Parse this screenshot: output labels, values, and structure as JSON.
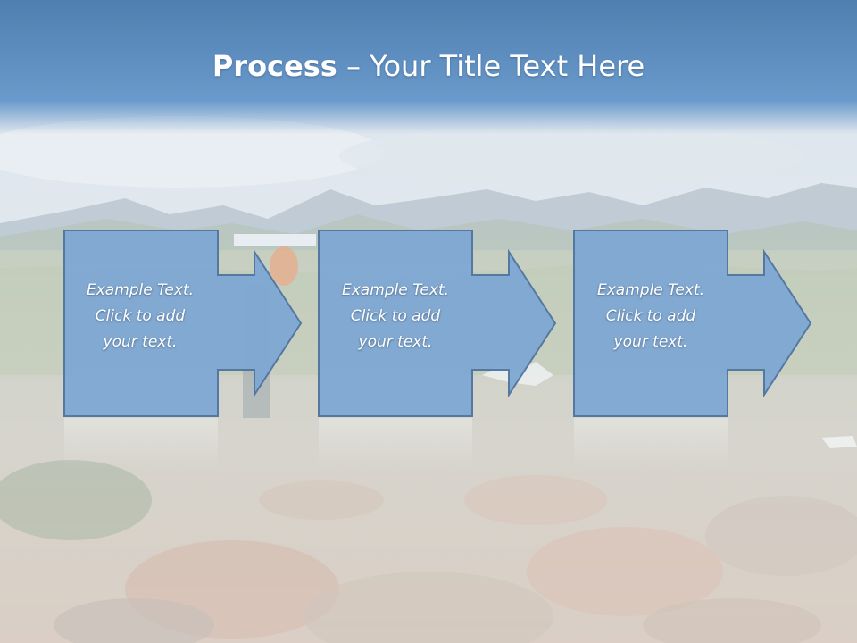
{
  "slide": {
    "title_bold": "Process",
    "title_rest": "– Your Title Text Here"
  },
  "steps": [
    {
      "line1": "Example Text.",
      "line2": "Click  to add",
      "line3": "your text."
    },
    {
      "line1": "Example Text.",
      "line2": "Click  to add",
      "line3": "your text."
    },
    {
      "line1": "Example Text.",
      "line2": "Click  to add",
      "line3": "your text."
    }
  ],
  "colors": {
    "title_band": "#5b8fc0",
    "step_fill": "#7fa8d3",
    "step_stroke": "#4f74a0",
    "sky": "#c9d6e2",
    "ground": "#b9aea3"
  },
  "icons": [
    "arrow-right-icon"
  ]
}
